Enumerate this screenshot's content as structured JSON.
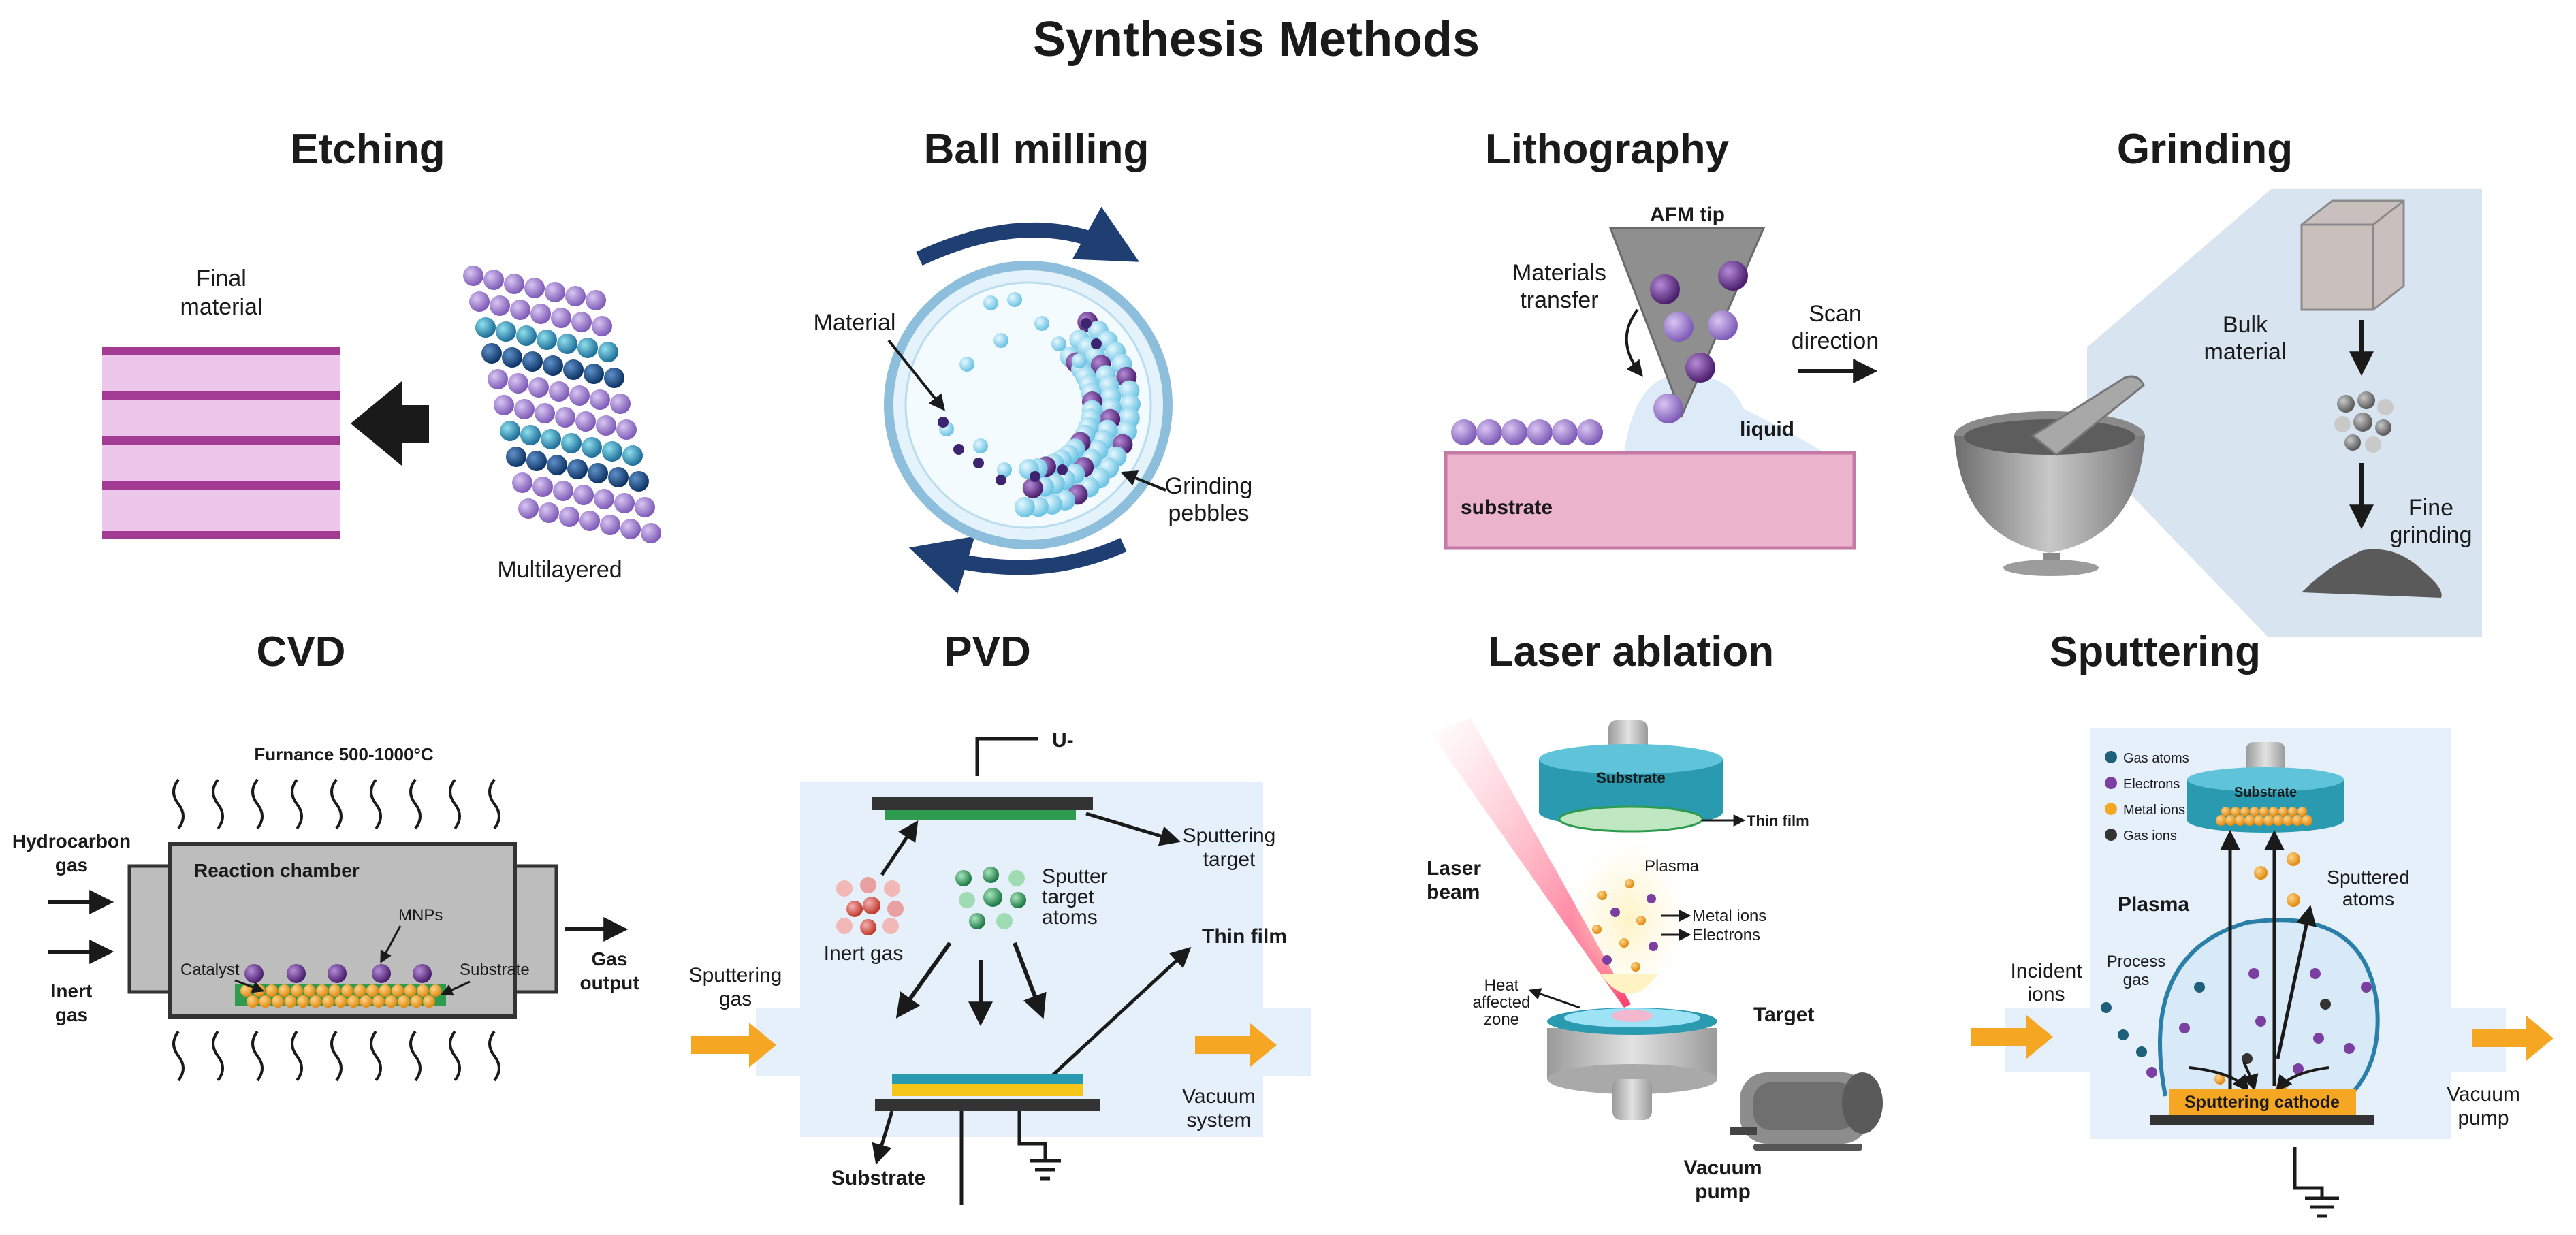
{
  "title": "Synthesis Methods",
  "panels": {
    "etching": {
      "heading": "Etching",
      "final_material": [
        "Final",
        "material"
      ],
      "multilayered": "Multilayered"
    },
    "ball_milling": {
      "heading": "Ball milling",
      "material": "Material",
      "grinding_pebbles": [
        "Grinding",
        "pebbles"
      ]
    },
    "lithography": {
      "heading": "Lithography",
      "afm_tip": "AFM tip",
      "materials_transfer": [
        "Materials",
        "transfer"
      ],
      "scan_direction": [
        "Scan",
        "direction"
      ],
      "liquid": "liquid",
      "substrate": "substrate"
    },
    "grinding": {
      "heading": "Grinding",
      "bulk_material": [
        "Bulk",
        "material"
      ],
      "fine_grinding": [
        "Fine",
        "grinding"
      ]
    },
    "cvd": {
      "heading": "CVD",
      "furnace": "Furnance 500-1000°C",
      "hydrocarbon_gas": [
        "Hydrocarbon",
        "gas"
      ],
      "reaction_chamber": "Reaction chamber",
      "mnps": "MNPs",
      "catalyst": "Catalyst",
      "substrate": "Substrate",
      "inert_gas": [
        "Inert",
        "gas"
      ],
      "gas_output": [
        "Gas",
        "output"
      ]
    },
    "pvd": {
      "heading": "PVD",
      "voltage": "U-",
      "sputtering_target": [
        "Sputtering",
        "target"
      ],
      "sputter_target_atoms": [
        "Sputter",
        "target",
        "atoms"
      ],
      "inert_gas": "Inert gas",
      "thin_film": "Thin film",
      "sputtering_gas": [
        "Sputtering",
        "gas"
      ],
      "vacuum_system": [
        "Vacuum",
        "system"
      ],
      "substrate": "Substrate"
    },
    "laser_ablation": {
      "heading": "Laser ablation",
      "substrate": "Substrate",
      "thin_film": "Thin film",
      "laser_beam": [
        "Laser",
        "beam"
      ],
      "plasma": "Plasma",
      "metal_ions": "Metal ions",
      "electrons": "Electrons",
      "heat_affected_zone": [
        "Heat",
        "affected",
        "zone"
      ],
      "target": "Target",
      "vacuum_pump": [
        "Vacuum",
        "pump"
      ]
    },
    "sputtering": {
      "heading": "Sputtering",
      "legend": [
        "Gas atoms",
        "Electrons",
        "Metal ions",
        "Gas ions"
      ],
      "substrate": "Substrate",
      "plasma": "Plasma",
      "sputtered_atoms": [
        "Sputtered",
        "atoms"
      ],
      "incident_ions": [
        "Incident",
        "ions"
      ],
      "process_gas": [
        "Process",
        "gas"
      ],
      "sputtering_cathode": "Sputtering cathode",
      "vacuum_pump": [
        "Vacuum",
        "pump"
      ]
    }
  },
  "colors": {
    "purple": "#8e6fc4",
    "lilac": "#b79ae0",
    "teal": "#2a9ab0",
    "navy": "#1e4f85",
    "orange": "#f5a623",
    "green": "#2e9b4f",
    "pink": "#e6a7c9",
    "chamber_blue": "#e6f0fa"
  }
}
